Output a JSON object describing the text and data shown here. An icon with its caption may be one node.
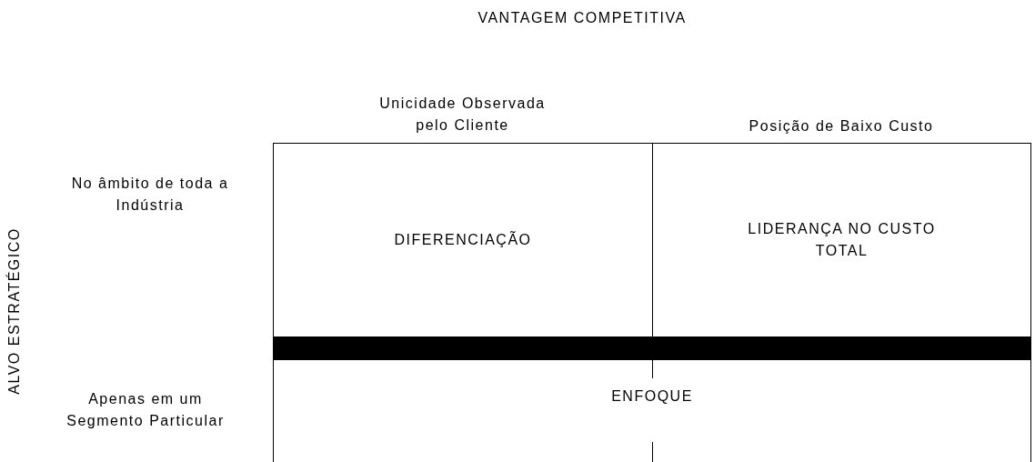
{
  "diagram": {
    "title": "VANTAGEM COMPETITIVA",
    "nodes": [
      {
        "text": [
          "DIFERENCIAÇÃO"
        ]
      },
      {
        "text": [
          "LIDERANÇA NO CUSTO TOTAL"
        ]
      },
      {
        "text": [],
        "shape": "bar"
      },
      {
        "text": [
          "ENFOQUE"
        ]
      }
    ],
    "labels": [
      "Unicidade Observada pelo Cliente",
      "Posição de Baixo Custo",
      "ALVO ESTRATÉGICO",
      "No âmbito de toda a Indústria",
      "Apenas em um Segmento Particular"
    ]
  }
}
